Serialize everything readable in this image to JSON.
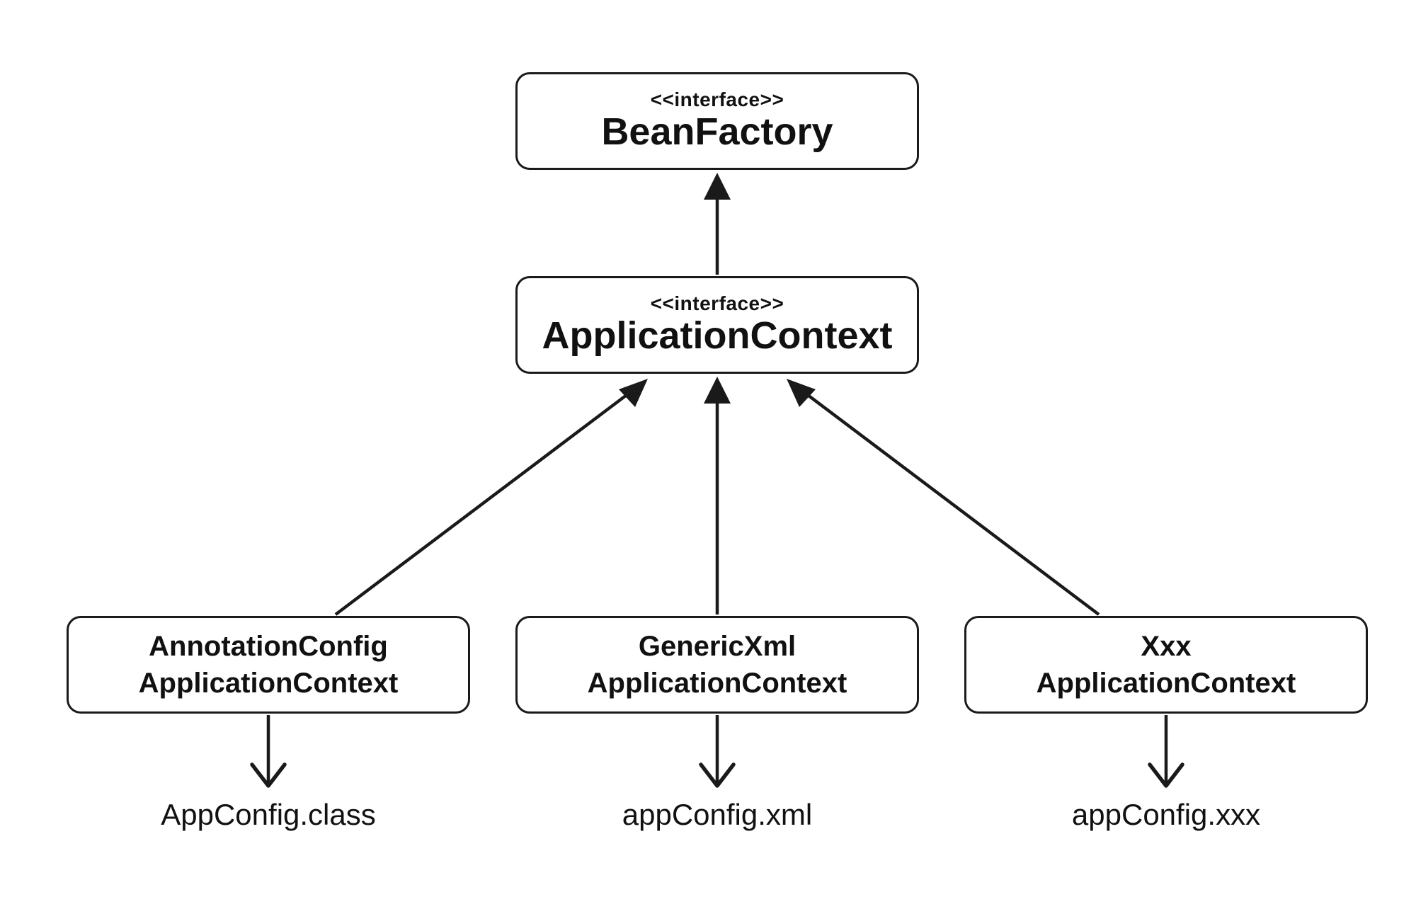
{
  "diagram": {
    "top_node": {
      "stereotype": "<<interface>>",
      "name": "BeanFactory"
    },
    "middle_node": {
      "stereotype": "<<interface>>",
      "name": "ApplicationContext"
    },
    "implementations": [
      {
        "line1": "AnnotationConfig",
        "line2": "ApplicationContext",
        "config": "AppConfig.class"
      },
      {
        "line1": "GenericXml",
        "line2": "ApplicationContext",
        "config": "appConfig.xml"
      },
      {
        "line1": "Xxx",
        "line2": "ApplicationContext",
        "config": "appConfig.xxx"
      }
    ],
    "colors": {
      "stroke": "#1a1a1a",
      "text": "#111111",
      "background": "#ffffff"
    }
  }
}
